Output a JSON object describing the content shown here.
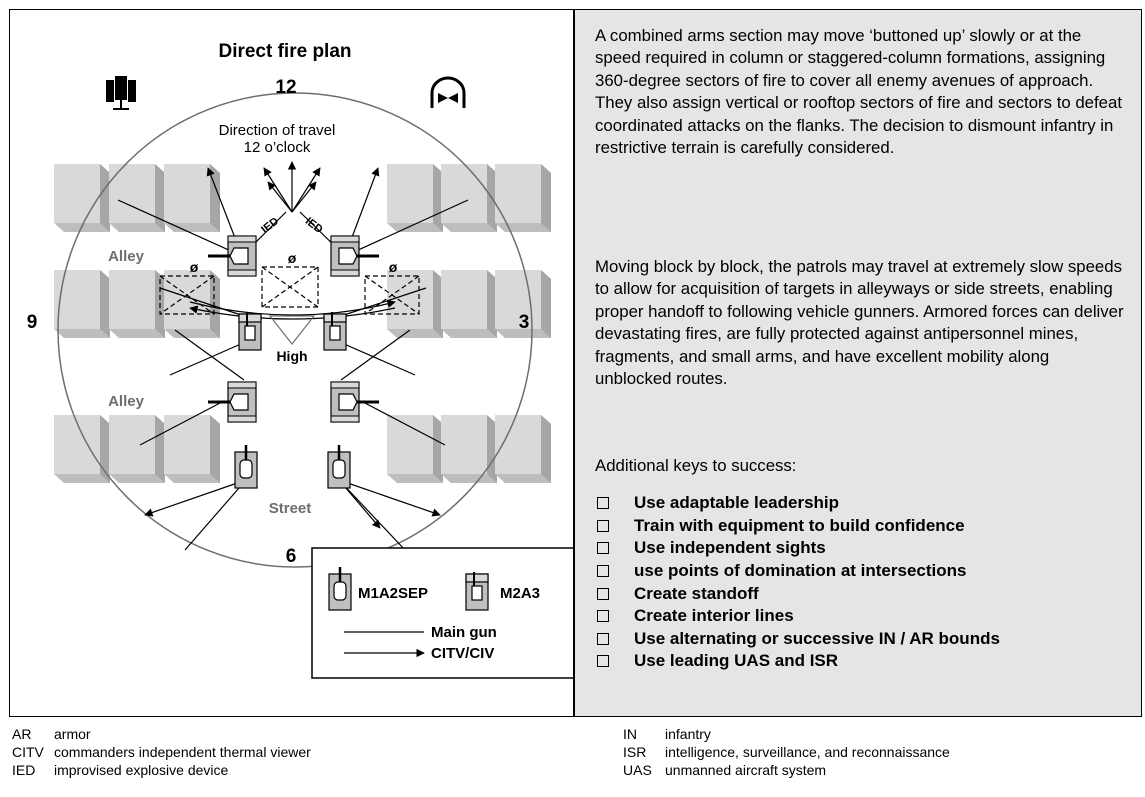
{
  "diagram": {
    "title": "Direct fire plan",
    "clock_12": "12",
    "clock_3": "3",
    "clock_6": "6",
    "clock_9": "9",
    "direction_line1": "Direction of travel",
    "direction_line2": "12 o’clock",
    "alley_top": "Alley",
    "alley_bottom": "Alley",
    "street": "Street",
    "high": "High",
    "ied_left": "IED",
    "ied_right": "IED",
    "phi": "ø",
    "legend": {
      "m1": "M1A2SEP",
      "m2": "M2A3",
      "main_gun": "Main gun",
      "citv": "CITV/CIV"
    }
  },
  "text": {
    "paragraph1": "A combined arms section may move ‘buttoned up’ slowly or at the speed required in column or staggered-column formations, assigning 360-degree sectors of fire to cover all enemy avenues of approach. They also assign vertical or rooftop sectors of fire and sectors to defeat coordinated attacks on the flanks. The decision to dismount infantry in restrictive terrain is carefully considered.",
    "paragraph2": "Moving block by block, the patrols may travel at extremely slow speeds to allow for acquisition of targets in alleyways or side streets, enabling proper handoff to following vehicle gunners. Armored forces can deliver devastating fires, are fully protected against antipersonnel mines, fragments, and small arms, and have excellent mobility along unblocked routes.",
    "paragraph3": "Additional keys to success:",
    "keys": [
      "Use adaptable leadership",
      "Train with equipment to build confidence",
      "Use independent sights",
      "use points of domination at intersections",
      "Create standoff",
      "Create interior lines",
      "Use alternating or successive IN / AR bounds",
      "Use leading UAS and ISR"
    ]
  },
  "glossary": {
    "left": [
      {
        "abbr": "AR",
        "def": "armor"
      },
      {
        "abbr": "CITV",
        "def": "commanders independent thermal viewer"
      },
      {
        "abbr": "IED",
        "def": "improvised explosive device"
      }
    ],
    "right": [
      {
        "abbr": "IN",
        "def": "infantry"
      },
      {
        "abbr": "ISR",
        "def": "intelligence, surveillance, and reconnaissance"
      },
      {
        "abbr": "UAS",
        "def": "unmanned aircraft system"
      }
    ]
  }
}
